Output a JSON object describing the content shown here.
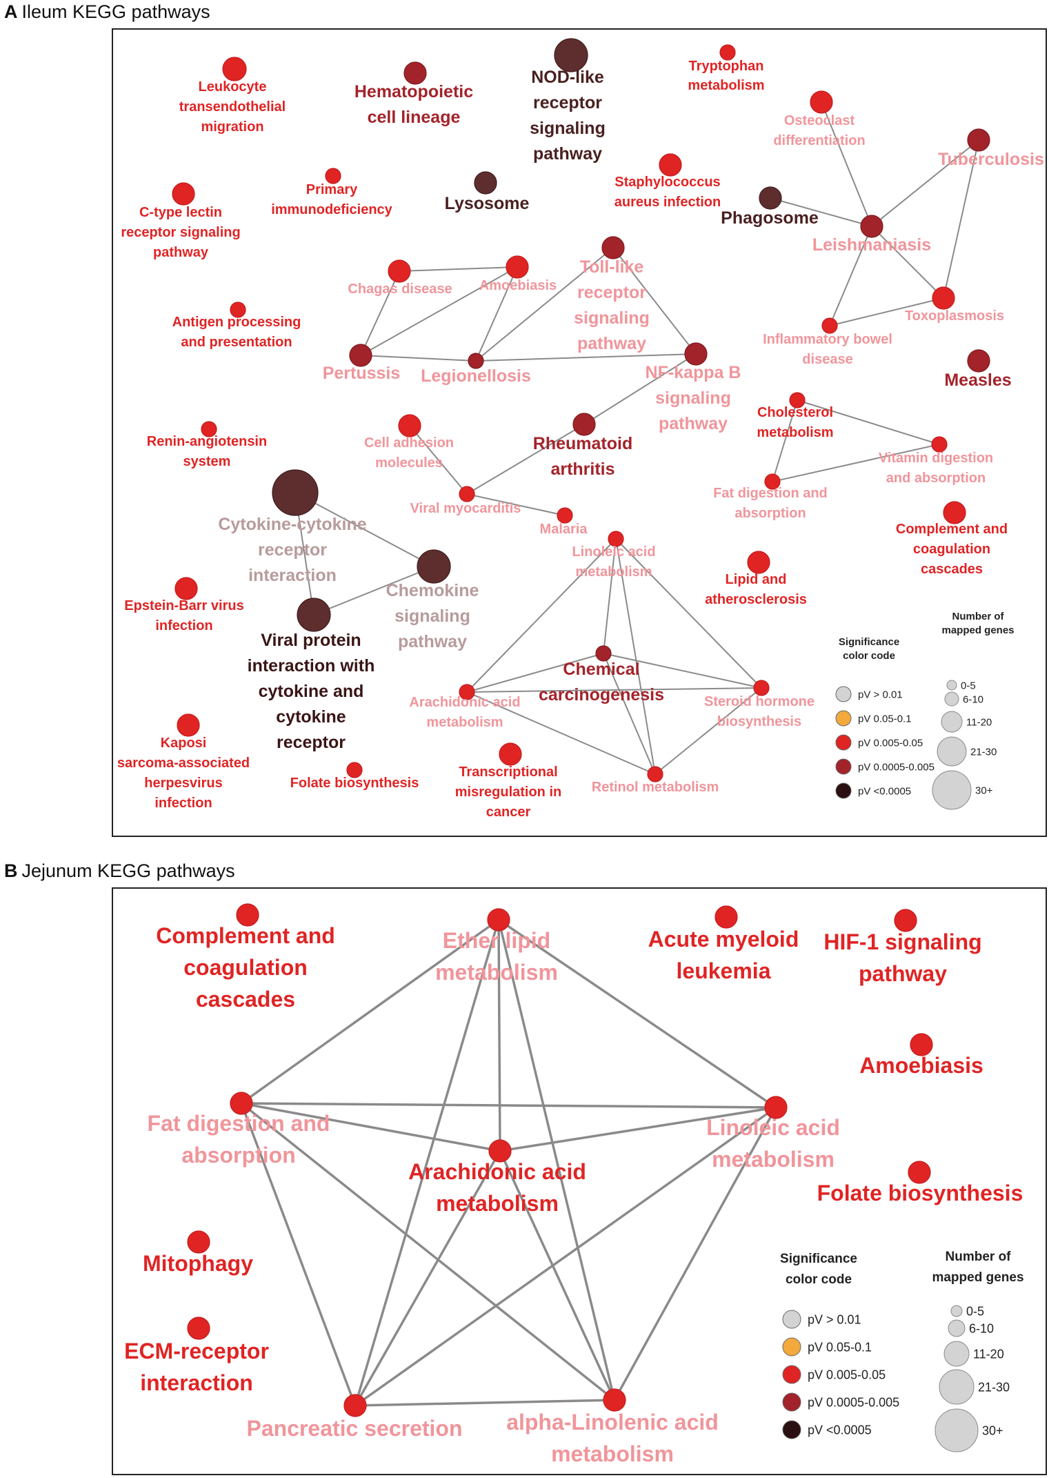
{
  "colors": {
    "pv_gt_0_01": "#d3d3d3",
    "pv_0_05_0_1": "#f4a93d",
    "pv_0_005_0_05": "#e02424",
    "pv_0_0005_0_005": "#a3232a",
    "pv_lt_0_0005": "#5e2e2e",
    "edge": "#8a8a8a",
    "pale_label": "#f0959b",
    "mauve_label": "#b89b9b"
  },
  "panelA": {
    "letter": "A",
    "title": "Ileum KEGG pathways",
    "nodes": [
      {
        "id": "leuk",
        "label": [
          "Leukocyte",
          "transendothelial",
          "migration"
        ],
        "level": "red",
        "size": "11-20"
      },
      {
        "id": "hema",
        "label": [
          "Hematopoietic",
          "cell lineage"
        ],
        "level": "darkred",
        "size": "11-20"
      },
      {
        "id": "nod",
        "label": [
          "NOD-like",
          "receptor",
          "signaling",
          "pathway"
        ],
        "level": "brown",
        "size": "21-30"
      },
      {
        "id": "trp",
        "label": [
          "Tryptophan",
          "metabolism"
        ],
        "level": "red",
        "size": "0-5"
      },
      {
        "id": "osteo",
        "label": [
          "Osteoclast",
          "differentiation"
        ],
        "level": "red",
        "size": "11-20"
      },
      {
        "id": "tuber",
        "label": [
          "Tuberculosis"
        ],
        "level": "darkred",
        "size": "11-20"
      },
      {
        "id": "ctype",
        "label": [
          "C-type lectin",
          "receptor signaling",
          "pathway"
        ],
        "level": "red",
        "size": "11-20"
      },
      {
        "id": "primary",
        "label": [
          "Primary",
          "immunodeficiency"
        ],
        "level": "red",
        "size": "0-5"
      },
      {
        "id": "lyso",
        "label": [
          "Lysosome"
        ],
        "level": "brown",
        "size": "11-20"
      },
      {
        "id": "staph",
        "label": [
          "Staphylococcus",
          "aureus infection"
        ],
        "level": "red",
        "size": "11-20"
      },
      {
        "id": "phago",
        "label": [
          "Phagosome"
        ],
        "level": "brown",
        "size": "11-20"
      },
      {
        "id": "leish",
        "label": [
          "Leishmaniasis"
        ],
        "level": "darkred",
        "size": "11-20"
      },
      {
        "id": "chagas",
        "label": [
          "Chagas disease"
        ],
        "level": "red",
        "size": "11-20"
      },
      {
        "id": "amoeb",
        "label": [
          "Amoebiasis"
        ],
        "level": "red",
        "size": "11-20"
      },
      {
        "id": "toll",
        "label": [
          "Toll-like",
          "receptor",
          "signaling",
          "pathway"
        ],
        "level": "darkred",
        "size": "11-20"
      },
      {
        "id": "antigen",
        "label": [
          "Antigen processing",
          "and presentation"
        ],
        "level": "red",
        "size": "0-5"
      },
      {
        "id": "toxo",
        "label": [
          "Toxoplasmosis"
        ],
        "level": "red",
        "size": "11-20"
      },
      {
        "id": "ibd",
        "label": [
          "Inflammatory bowel",
          "disease"
        ],
        "level": "red",
        "size": "0-5"
      },
      {
        "id": "pert",
        "label": [
          "Pertussis"
        ],
        "level": "darkred",
        "size": "11-20"
      },
      {
        "id": "legio",
        "label": [
          "Legionellosis"
        ],
        "level": "darkred",
        "size": "0-5"
      },
      {
        "id": "nfkb",
        "label": [
          "NF-kappa B",
          "signaling",
          "pathway"
        ],
        "level": "darkred",
        "size": "11-20"
      },
      {
        "id": "measles",
        "label": [
          "Measles"
        ],
        "level": "darkred",
        "size": "11-20"
      },
      {
        "id": "renin",
        "label": [
          "Renin-angiotensin",
          "system"
        ],
        "level": "red",
        "size": "0-5"
      },
      {
        "id": "celladh",
        "label": [
          "Cell adhesion",
          "molecules"
        ],
        "level": "red",
        "size": "11-20"
      },
      {
        "id": "rheum",
        "label": [
          "Rheumatoid",
          "arthritis"
        ],
        "level": "darkred",
        "size": "11-20"
      },
      {
        "id": "chol",
        "label": [
          "Cholesterol",
          "metabolism"
        ],
        "level": "red",
        "size": "0-5"
      },
      {
        "id": "vitd",
        "label": [
          "Vitamin digestion",
          "and absorption"
        ],
        "level": "red",
        "size": "0-5"
      },
      {
        "id": "viralmyo",
        "label": [
          "Viral myocarditis"
        ],
        "level": "red",
        "size": "0-5"
      },
      {
        "id": "fatdig",
        "label": [
          "Fat digestion and",
          "absorption"
        ],
        "level": "red",
        "size": "0-5"
      },
      {
        "id": "cyto",
        "label": [
          "Cytokine-cytokine",
          "receptor",
          "interaction"
        ],
        "level": "brown",
        "size": "30+"
      },
      {
        "id": "malaria",
        "label": [
          "Malaria"
        ],
        "level": "red",
        "size": "0-5"
      },
      {
        "id": "compl",
        "label": [
          "Complement and",
          "coagulation",
          "cascades"
        ],
        "level": "red",
        "size": "11-20"
      },
      {
        "id": "linoA",
        "label": [
          "Linoleic acid",
          "metabolism"
        ],
        "level": "red",
        "size": "0-5"
      },
      {
        "id": "chemo",
        "label": [
          "Chemokine",
          "signaling",
          "pathway"
        ],
        "level": "brown",
        "size": "21-30"
      },
      {
        "id": "lipid",
        "label": [
          "Lipid and",
          "atherosclerosis"
        ],
        "level": "red",
        "size": "11-20"
      },
      {
        "id": "ebv",
        "label": [
          "Epstein-Barr virus",
          "infection"
        ],
        "level": "red",
        "size": "11-20"
      },
      {
        "id": "viralprot",
        "label": [
          "Viral protein",
          "interaction with",
          "cytokine and",
          "cytokine",
          "receptor"
        ],
        "level": "brown",
        "size": "21-30"
      },
      {
        "id": "chemcarc",
        "label": [
          "Chemical",
          "carcinogenesis"
        ],
        "level": "darkred",
        "size": "0-5"
      },
      {
        "id": "arachA",
        "label": [
          "Arachidonic acid",
          "metabolism"
        ],
        "level": "red",
        "size": "0-5"
      },
      {
        "id": "steroid",
        "label": [
          "Steroid hormone",
          "biosynthesis"
        ],
        "level": "red",
        "size": "0-5"
      },
      {
        "id": "kaposi",
        "label": [
          "Kaposi",
          "sarcoma-associated",
          "herpesvirus",
          "infection"
        ],
        "level": "red",
        "size": "11-20"
      },
      {
        "id": "folateA",
        "label": [
          "Folate biosynthesis"
        ],
        "level": "red",
        "size": "0-5"
      },
      {
        "id": "transc",
        "label": [
          "Transcriptional",
          "misregulation in",
          "cancer"
        ],
        "level": "red",
        "size": "11-20"
      },
      {
        "id": "retinol",
        "label": [
          "Retinol metabolism"
        ],
        "level": "red",
        "size": "0-5"
      }
    ],
    "edges": [
      [
        "osteo",
        "leish"
      ],
      [
        "tuber",
        "leish"
      ],
      [
        "tuber",
        "toxo"
      ],
      [
        "phago",
        "leish"
      ],
      [
        "leish",
        "toxo"
      ],
      [
        "leish",
        "ibd"
      ],
      [
        "ibd",
        "toxo"
      ],
      [
        "chagas",
        "amoeb"
      ],
      [
        "chagas",
        "pert"
      ],
      [
        "amoeb",
        "pert"
      ],
      [
        "amoeb",
        "legio"
      ],
      [
        "pert",
        "legio"
      ],
      [
        "legio",
        "toll"
      ],
      [
        "legio",
        "nfkb"
      ],
      [
        "toll",
        "nfkb"
      ],
      [
        "nfkb",
        "rheum"
      ],
      [
        "rheum",
        "viralmyo"
      ],
      [
        "celladh",
        "viralmyo"
      ],
      [
        "viralmyo",
        "malaria"
      ],
      [
        "chol",
        "vitd"
      ],
      [
        "chol",
        "fatdig"
      ],
      [
        "fatdig",
        "vitd"
      ],
      [
        "cyto",
        "chemo"
      ],
      [
        "cyto",
        "viralprot"
      ],
      [
        "chemo",
        "viralprot"
      ],
      [
        "linoA",
        "chemcarc"
      ],
      [
        "linoA",
        "arachA"
      ],
      [
        "linoA",
        "steroid"
      ],
      [
        "linoA",
        "retinol"
      ],
      [
        "chemcarc",
        "arachA"
      ],
      [
        "chemcarc",
        "steroid"
      ],
      [
        "chemcarc",
        "retinol"
      ],
      [
        "arachA",
        "steroid"
      ],
      [
        "arachA",
        "retinol"
      ],
      [
        "steroid",
        "retinol"
      ]
    ],
    "legend": {
      "color_title": [
        "Significance",
        "color code"
      ],
      "size_title": [
        "Number of",
        "mapped genes"
      ],
      "color_items": [
        {
          "level": "grey",
          "text": "pV > 0.01"
        },
        {
          "level": "orange",
          "text": "pV 0.05-0.1"
        },
        {
          "level": "red",
          "text": "pV 0.005-0.05"
        },
        {
          "level": "darkred",
          "text": "pV 0.0005-0.005"
        },
        {
          "level": "black",
          "text": "pV <0.0005"
        }
      ],
      "size_items": [
        "0-5",
        "6-10",
        "11-20",
        "21-30",
        "30+"
      ]
    }
  },
  "panelB": {
    "letter": "B",
    "title": "Jejunum KEGG pathways",
    "nodes": [
      {
        "id": "compB",
        "label": [
          "Complement and",
          "coagulation",
          "cascades"
        ],
        "level": "red",
        "size": "11-20"
      },
      {
        "id": "ether",
        "label": [
          "Ether lipid",
          "metabolism"
        ],
        "level": "red",
        "size": "11-20"
      },
      {
        "id": "aml",
        "label": [
          "Acute myeloid",
          "leukemia"
        ],
        "level": "red",
        "size": "11-20"
      },
      {
        "id": "hif",
        "label": [
          "HIF-1 signaling",
          "pathway"
        ],
        "level": "red",
        "size": "11-20"
      },
      {
        "id": "amoebB",
        "label": [
          "Amoebiasis"
        ],
        "level": "red",
        "size": "11-20"
      },
      {
        "id": "fatB",
        "label": [
          "Fat digestion and",
          "absorption"
        ],
        "level": "red",
        "size": "11-20"
      },
      {
        "id": "arachB",
        "label": [
          "Arachidonic acid",
          "metabolism"
        ],
        "level": "red",
        "size": "11-20"
      },
      {
        "id": "linoB",
        "label": [
          "Linoleic acid",
          "metabolism"
        ],
        "level": "red",
        "size": "11-20"
      },
      {
        "id": "folateB",
        "label": [
          "Folate biosynthesis"
        ],
        "level": "red",
        "size": "11-20"
      },
      {
        "id": "mito",
        "label": [
          "Mitophagy"
        ],
        "level": "red",
        "size": "11-20"
      },
      {
        "id": "ecm",
        "label": [
          "ECM-receptor",
          "interaction"
        ],
        "level": "red",
        "size": "11-20"
      },
      {
        "id": "panc",
        "label": [
          "Pancreatic secretion"
        ],
        "level": "red",
        "size": "11-20"
      },
      {
        "id": "alpha",
        "label": [
          "alpha-Linolenic acid",
          "metabolism"
        ],
        "level": "red",
        "size": "11-20"
      }
    ],
    "edges": [
      [
        "ether",
        "fatB"
      ],
      [
        "ether",
        "linoB"
      ],
      [
        "ether",
        "arachB"
      ],
      [
        "ether",
        "panc"
      ],
      [
        "ether",
        "alpha"
      ],
      [
        "fatB",
        "linoB"
      ],
      [
        "fatB",
        "arachB"
      ],
      [
        "fatB",
        "panc"
      ],
      [
        "fatB",
        "alpha"
      ],
      [
        "linoB",
        "arachB"
      ],
      [
        "linoB",
        "panc"
      ],
      [
        "linoB",
        "alpha"
      ],
      [
        "arachB",
        "panc"
      ],
      [
        "arachB",
        "alpha"
      ],
      [
        "panc",
        "alpha"
      ]
    ],
    "legend": {
      "color_title": [
        "Significance",
        "color code"
      ],
      "size_title": [
        "Number of",
        "mapped genes"
      ],
      "color_items": [
        {
          "level": "grey",
          "text": "pV > 0.01"
        },
        {
          "level": "orange",
          "text": "pV 0.05-0.1"
        },
        {
          "level": "red",
          "text": "pV 0.005-0.05"
        },
        {
          "level": "darkred",
          "text": "pV 0.0005-0.005"
        },
        {
          "level": "black",
          "text": "pV <0.0005"
        }
      ],
      "size_items": [
        "0-5",
        "6-10",
        "11-20",
        "21-30",
        "30+"
      ]
    }
  }
}
